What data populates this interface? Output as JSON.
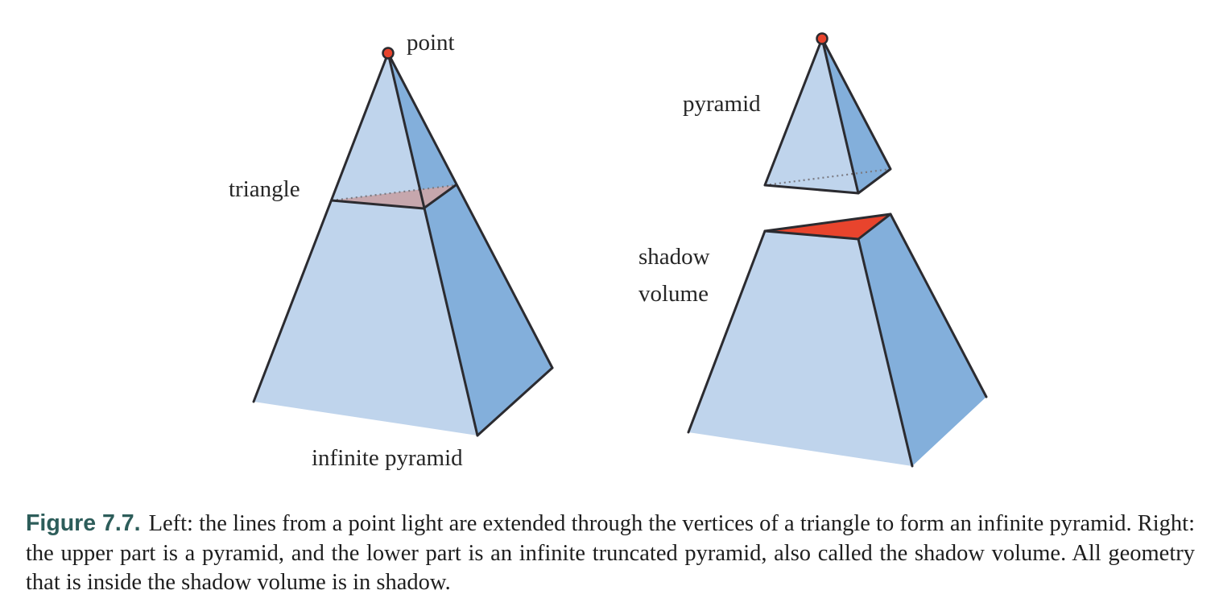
{
  "colors": {
    "light_face": "#bfd4ec",
    "dark_face": "#83afdb",
    "outline": "#2b2b30",
    "triangle": "#c6a7ad",
    "shadow_cap": "#e8442d",
    "point": "#e8442d"
  },
  "left": {
    "label_point": "point",
    "label_triangle": "triangle",
    "label_infinite_pyramid": "infinite pyramid"
  },
  "right": {
    "label_pyramid": "pyramid",
    "label_shadow_line1": "shadow",
    "label_shadow_line2": "volume"
  },
  "caption": {
    "label": "Figure 7.7.",
    "text": "Left: the lines from a point light are extended through the vertices of a triangle to form an infinite pyramid. Right: the upper part is a pyramid, and the lower part is an infinite truncated pyramid, also called the shadow volume. All geometry that is inside the shadow volume is in shadow."
  }
}
